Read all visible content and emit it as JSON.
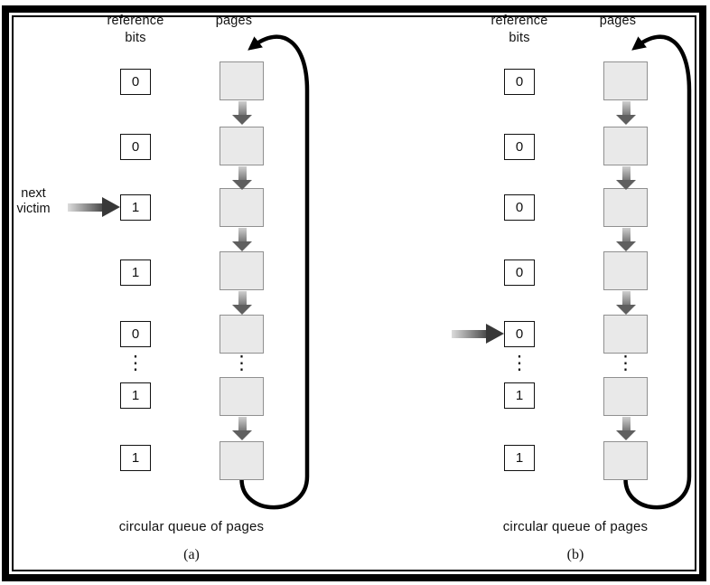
{
  "labels": {
    "reference_bits": [
      "reference",
      "bits"
    ],
    "pages": "pages",
    "next_victim": [
      "next",
      "victim"
    ],
    "ellipsis": "⋮"
  },
  "panels": [
    {
      "id": "a",
      "label": "(a)",
      "caption": "circular queue of pages",
      "bits": [
        "0",
        "0",
        "1",
        "1",
        "0",
        "1",
        "1"
      ],
      "victim_bit_index": 2,
      "victim_label_shown": true
    },
    {
      "id": "b",
      "label": "(b)",
      "caption": "circular queue of pages",
      "bits": [
        "0",
        "0",
        "0",
        "0",
        "0",
        "1",
        "1"
      ],
      "victim_bit_index": 4,
      "victim_label_shown": false
    }
  ],
  "colors": {
    "page_box_fill": "#e9e9e9",
    "page_box_border": "#909090",
    "bit_box_border": "#111111",
    "loop_stroke": "#000000",
    "arrow_gradient_light": "#dcdcdc",
    "arrow_gradient_dark": "#4d4d4d",
    "frame": "#000000"
  }
}
